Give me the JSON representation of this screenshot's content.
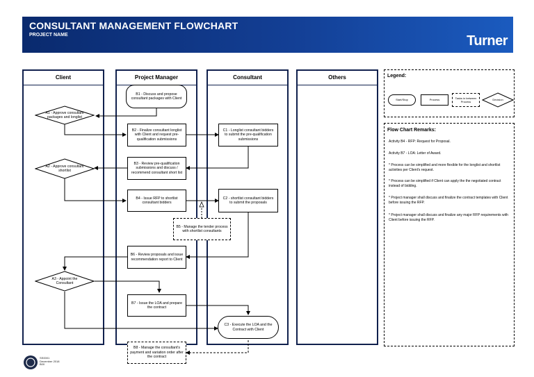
{
  "header": {
    "title": "CONSULTANT MANAGEMENT FLOWCHART",
    "subtitle": "PROJECT NAME",
    "brand": "Turner"
  },
  "lanes": [
    "Client",
    "Project Manager",
    "Consultant",
    "Others"
  ],
  "nodes": {
    "b1": "B1 - Discuss and propose consultant packages with Client",
    "a1": "A1 - Approve consultant packages and longlist",
    "b2": "B2 - Finalize consultant longlist with Client and request pre-qualification submissions",
    "c1": "C1 - Longlist consultant bidders to submit the pre-qualification submissions",
    "b3": "B3 - Review pre-qualification submissions and discuss / recommend consultant short list",
    "a2": "A2 - Approve consultant shortlist",
    "b4": "B4 - Issue RFP to shortlist consultant bidders",
    "c2": "C2 - shortlist consultant bidders to submit the proposals",
    "b5": "B5 - Manage the tender process with shortlist consultants",
    "b6": "B6 - Review proposals and issue recommendation report to Client",
    "a3": "A3 - Appoint the Consultant",
    "b7": "B7 - Issue the LOA and prepare the contract",
    "c3": "C3 - Execute the LOA and the Contract with Client",
    "b8": "B8 - Manage the consultant's payment and variation order after the contract"
  },
  "legend": {
    "title": "Legend:",
    "start_stop": "Start/Stop",
    "process": "Process",
    "tasks_between": "Tasks in between Process",
    "decision": "Decision"
  },
  "remarks": {
    "title": "Flow Chart Remarks:",
    "items": [
      "Activity B4 - RFP: Request for Proposal.",
      "Activity B7 - LOA: Letter of Award.",
      "* Process can be simplified and more flexible for the longlist and shortlist activities per Client's request.",
      "* Process can be simplified if Client can apply the the negotiated contract instead of bidding.",
      "* Project manager shall discuss and finalize the contract templates with Client before issuing the RFP.",
      "* Project manager shall discuss and finalize any major RFP requirements with Client before issuing the RFP."
    ]
  },
  "footer": {
    "line1": "SS0001",
    "line2": "December 2018",
    "line3": "B00"
  }
}
